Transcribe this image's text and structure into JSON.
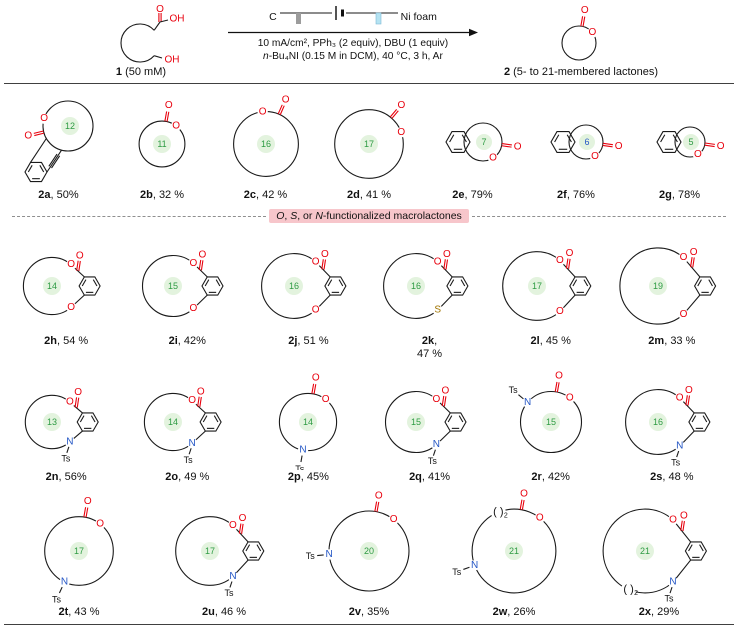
{
  "figure": {
    "reactant_label_bold": "1",
    "reactant_label_rest": " (50 mM)",
    "product_label_bold": "2",
    "product_label_rest": " (5- to 21-membered lactones)",
    "anode_label": "C",
    "cathode_label": "Ni foam",
    "conditions_line1": "10 mA/cm², PPh₃ (2 equiv),  DBU (1 equiv)",
    "conditions_line2": [
      {
        "text": "n",
        "italic": true
      },
      {
        "text": "-Bu₄NI (0.15 M in DCM), 40 °C, 3 h, Ar",
        "italic": false
      }
    ],
    "banner_segments": [
      {
        "text": "O",
        "italic": true
      },
      {
        "text": ", ",
        "italic": false
      },
      {
        "text": "S",
        "italic": true
      },
      {
        "text": ", or ",
        "italic": false
      },
      {
        "text": "N",
        "italic": true
      },
      {
        "text": "-functionalized macrolactones",
        "italic": false
      }
    ]
  },
  "atom_labels": {
    "oxygen": "O",
    "hydroxyl": "OH",
    "nitrogen": "N",
    "sulfur": "S",
    "tosyl": "Ts",
    "repeat": "( )",
    "repeat_sub": "2"
  },
  "colors": {
    "oxygen": "#e8000d",
    "nitrogen": "#2456c5",
    "sulfur": "#a07400",
    "bond": "#1a1a1a",
    "badge_bg": "#e3f3de",
    "badge_green": "#2e9b43",
    "badge_blue": "#2456c5",
    "banner_bg": "#f7c6cb",
    "anode_color": "#9c9c9c",
    "cathode_color": "#b5e3f2"
  },
  "rows": [
    [
      {
        "id": "2a",
        "yield": "50%",
        "ring": 12,
        "type": "alkyne"
      },
      {
        "id": "2b",
        "yield": "32 %",
        "ring": 11,
        "type": "plain"
      },
      {
        "id": "2c",
        "yield": "42 %",
        "ring": 16,
        "type": "plain",
        "eo": -96,
        "ec": -66
      },
      {
        "id": "2d",
        "yield": "41 %",
        "ring": 17,
        "type": "plain",
        "eo": -20,
        "ec": -50
      },
      {
        "id": "2e",
        "yield": "79%",
        "ring": 7,
        "type": "fused"
      },
      {
        "id": "2f",
        "yield": "76%",
        "ring": 6,
        "type": "fused",
        "number_color": "blue"
      },
      {
        "id": "2g",
        "yield": "78%",
        "ring": 5,
        "type": "fused"
      }
    ],
    [
      {
        "id": "2h",
        "yield": "54 %",
        "ring": 14,
        "type": "hetero",
        "hetero": "O",
        "benzene": true
      },
      {
        "id": "2i",
        "yield": "42%",
        "ring": 15,
        "type": "hetero",
        "hetero": "O",
        "benzene": true
      },
      {
        "id": "2j",
        "yield": "51 %",
        "ring": 16,
        "type": "hetero",
        "hetero": "O",
        "benzene": true
      },
      {
        "id": "2k",
        "yield": "47 %",
        "ring": 16,
        "type": "hetero",
        "hetero": "S",
        "benzene": true,
        "two_line": true
      },
      {
        "id": "2l",
        "yield": "45 %",
        "ring": 17,
        "type": "hetero",
        "hetero": "O",
        "benzene": true
      },
      {
        "id": "2m",
        "yield": "33 %",
        "ring": 19,
        "type": "hetero",
        "hetero": "O",
        "benzene": true
      }
    ],
    [
      {
        "id": "2n",
        "yield": "56%",
        "ring": 13,
        "type": "hetero",
        "hetero": "N",
        "benzene": true
      },
      {
        "id": "2o",
        "yield": "49 %",
        "ring": 14,
        "type": "hetero",
        "hetero": "N",
        "benzene": true
      },
      {
        "id": "2p",
        "yield": "45%",
        "ring": 14,
        "type": "hetero",
        "hetero": "N",
        "benzene": false,
        "n_angle": 100
      },
      {
        "id": "2q",
        "yield": "41%",
        "ring": 15,
        "type": "hetero",
        "hetero": "N",
        "benzene": true
      },
      {
        "id": "2r",
        "yield": "42%",
        "ring": 15,
        "type": "hetero",
        "hetero": "N",
        "benzene": false,
        "n_angle": -140
      },
      {
        "id": "2s",
        "yield": "48 %",
        "ring": 16,
        "type": "hetero",
        "hetero": "N",
        "benzene": true
      }
    ],
    [
      {
        "id": "2t",
        "yield": "43 %",
        "ring": 17,
        "type": "hetero",
        "hetero": "N",
        "benzene": false,
        "n_angle": 115
      },
      {
        "id": "2u",
        "yield": "46 %",
        "ring": 17,
        "type": "hetero",
        "hetero": "N",
        "benzene": true
      },
      {
        "id": "2v",
        "yield": "35%",
        "ring": 20,
        "type": "hetero",
        "hetero": "N",
        "benzene": false,
        "n_angle": 175
      },
      {
        "id": "2w",
        "yield": "26%",
        "ring": 21,
        "type": "hetero",
        "hetero": "N",
        "benzene": false,
        "n_angle": 160,
        "repeat": "top"
      },
      {
        "id": "2x",
        "yield": "29%",
        "ring": 21,
        "type": "hetero",
        "hetero": "N",
        "benzene": true,
        "repeat": "bottom"
      }
    ]
  ]
}
